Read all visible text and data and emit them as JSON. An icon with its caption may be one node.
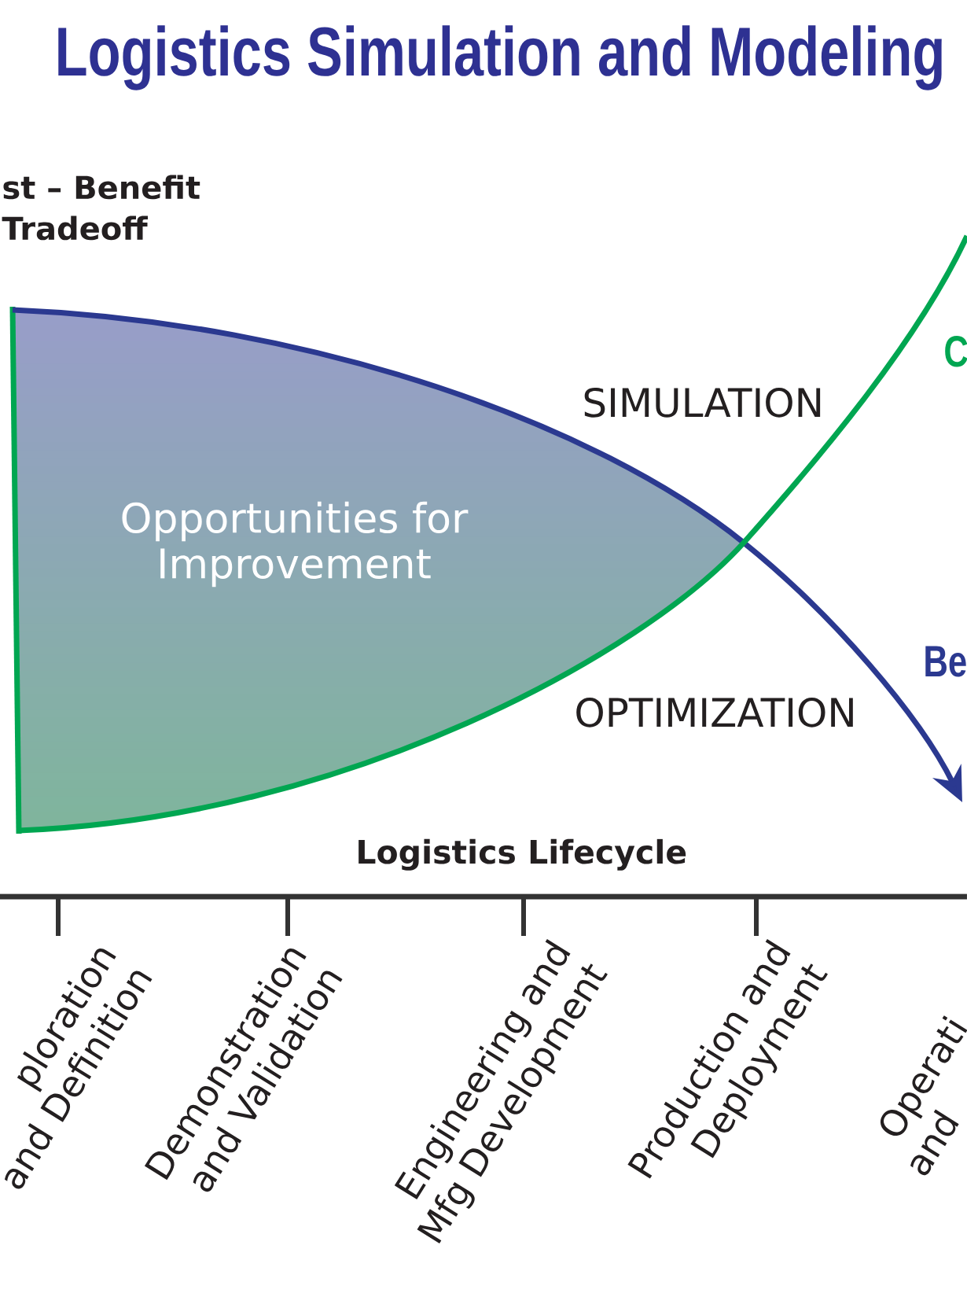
{
  "diagram": {
    "title": "Logistics Simulation and Modeling",
    "nodes": [
      {
        "text": [
          "Opportunities for Improvement"
        ]
      }
    ],
    "labels": [
      "st – Benefit Tradeoff",
      "C",
      "SIMULATION",
      "Be",
      "OPTIMIZATION",
      "Logistics Lifecycle",
      "ploration and Definition",
      "Demonstration and Validation",
      "Engineering and Mfg Development",
      "Production and Deployment",
      "Operati and"
    ]
  }
}
